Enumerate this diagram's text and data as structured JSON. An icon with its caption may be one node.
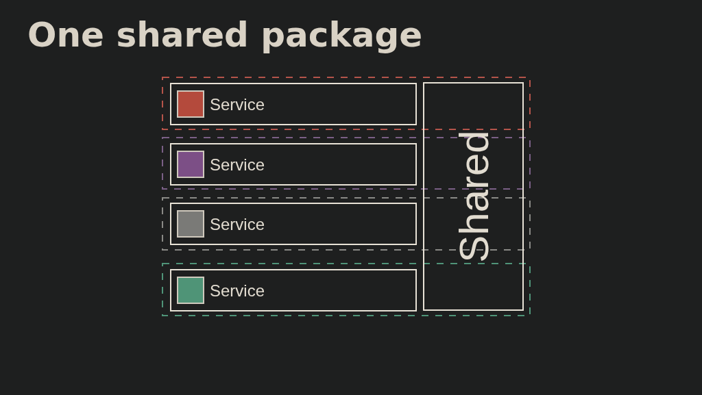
{
  "diagram": {
    "title": "One shared package",
    "nodes": [
      {
        "text": [
          "Service"
        ]
      },
      {
        "text": [
          "Service"
        ]
      },
      {
        "text": [
          "Service"
        ]
      },
      {
        "text": [
          "Service"
        ]
      },
      {
        "text": [
          "Shared"
        ]
      }
    ],
    "edges": []
  }
}
